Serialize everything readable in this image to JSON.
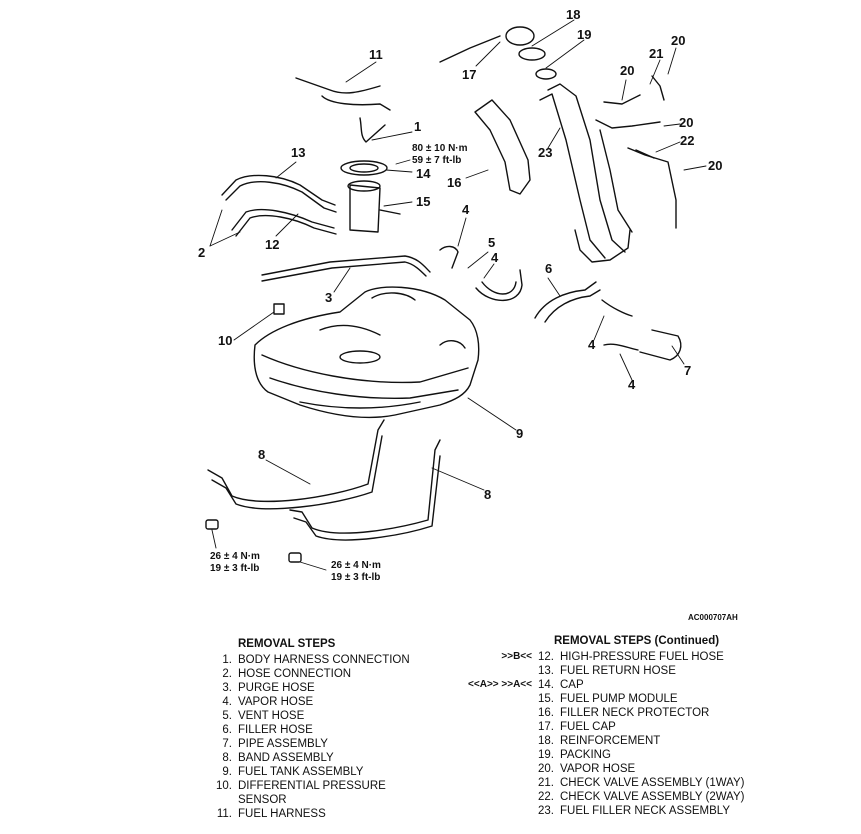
{
  "diagram": {
    "reference_code": "AC000707AH",
    "callouts": [
      "1",
      "2",
      "3",
      "4",
      "4",
      "4",
      "4",
      "5",
      "6",
      "7",
      "8",
      "8",
      "9",
      "10",
      "11",
      "12",
      "13",
      "14",
      "15",
      "16",
      "17",
      "18",
      "19",
      "20",
      "20",
      "20",
      "20",
      "21",
      "22",
      "23"
    ],
    "torque": {
      "pump": [
        "80 ± 10 N·m",
        "59 ± 7 ft-lb"
      ],
      "band_left": [
        "26 ± 4 N·m",
        "19 ± 3 ft-lb"
      ],
      "band_right": [
        "26 ± 4 N·m",
        "19 ± 3 ft-lb"
      ]
    }
  },
  "removal": {
    "left_heading": "REMOVAL STEPS",
    "left": [
      {
        "num": "1.",
        "text": "BODY HARNESS CONNECTION"
      },
      {
        "num": "2.",
        "text": "HOSE CONNECTION"
      },
      {
        "num": "3.",
        "text": "PURGE HOSE"
      },
      {
        "num": "4.",
        "text": "VAPOR HOSE"
      },
      {
        "num": "5.",
        "text": "VENT HOSE"
      },
      {
        "num": "6.",
        "text": "FILLER HOSE"
      },
      {
        "num": "7.",
        "text": "PIPE ASSEMBLY"
      },
      {
        "num": "8.",
        "text": "BAND ASSEMBLY"
      },
      {
        "num": "9.",
        "text": "FUEL TANK ASSEMBLY"
      },
      {
        "num": "10.",
        "text": "DIFFERENTIAL PRESSURE"
      },
      {
        "num": "",
        "text": "SENSOR"
      },
      {
        "num": "11.",
        "text": "FUEL HARNESS"
      }
    ],
    "right_heading": "REMOVAL STEPS (Continued)",
    "right": [
      {
        "mark": ">>B<<",
        "num": "12.",
        "text": "HIGH-PRESSURE FUEL HOSE"
      },
      {
        "mark": "",
        "num": "13.",
        "text": "FUEL RETURN HOSE"
      },
      {
        "mark": "<<A>>  >>A<<",
        "num": "14.",
        "text": "CAP"
      },
      {
        "mark": "",
        "num": "15.",
        "text": "FUEL PUMP MODULE"
      },
      {
        "mark": "",
        "num": "16.",
        "text": "FILLER NECK PROTECTOR"
      },
      {
        "mark": "",
        "num": "17.",
        "text": "FUEL CAP"
      },
      {
        "mark": "",
        "num": "18.",
        "text": "REINFORCEMENT"
      },
      {
        "mark": "",
        "num": "19.",
        "text": "PACKING"
      },
      {
        "mark": "",
        "num": "20.",
        "text": "VAPOR HOSE"
      },
      {
        "mark": "",
        "num": "21.",
        "text": "CHECK VALVE ASSEMBLY (1WAY)"
      },
      {
        "mark": "",
        "num": "22.",
        "text": "CHECK VALVE ASSEMBLY (2WAY)"
      },
      {
        "mark": "",
        "num": "23.",
        "text": "FUEL FILLER NECK ASSEMBLY"
      }
    ]
  }
}
